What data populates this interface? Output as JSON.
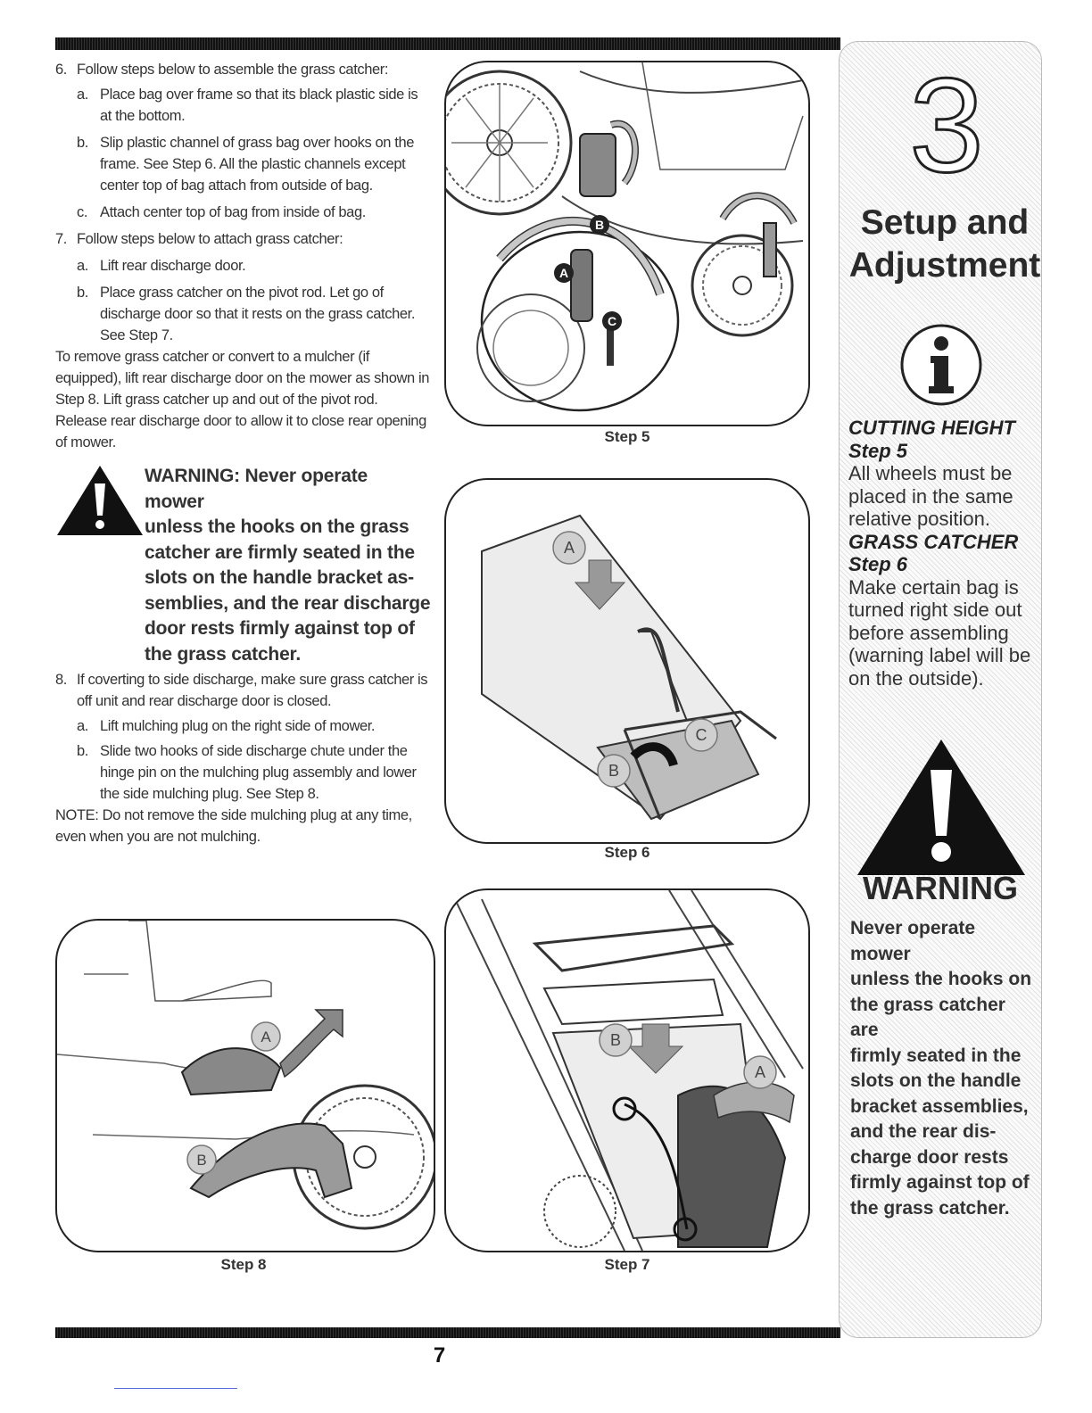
{
  "instructions": {
    "step6": "6.",
    "step6_text": "Follow steps below to assemble the grass catcher:",
    "step6a_label": "a.",
    "step6a": "Place bag over frame so that its black plastic side is at the bottom.",
    "step6b_label": "b.",
    "step6b": "Slip plastic channel of grass bag over hooks on the frame. See Step 6. All the plastic channels except center top of bag attach from outside of bag.",
    "step6c_label": "c.",
    "step6c": "Attach center top of bag from inside of bag.",
    "step7": "7.",
    "step7_text": "Follow steps below to attach grass catcher:",
    "step7a_label": "a.",
    "step7a": "Lift rear discharge door.",
    "step7b_label": "b.",
    "step7b": "Place grass catcher on the pivot rod. Let go of discharge door so that it rests on the grass catcher. See Step 7.",
    "remove_para": "To remove grass catcher or convert to a mulcher (if equipped), lift rear discharge door on the mower as shown in Step 8. Lift grass catcher up and out of the pivot rod. Release rear discharge door to allow it to close rear opening of mower.",
    "warning_lines": [
      "WARNING: Never operate mower",
      "unless the hooks on the grass",
      "catcher are firmly seated in the",
      "slots on the handle bracket as-",
      "semblies, and the rear discharge",
      "door rests firmly against top of",
      "the grass catcher."
    ],
    "step8": "8.",
    "step8_text": "If coverting to side discharge, make sure grass catcher is off unit and rear discharge door is closed.",
    "step8a_label": "a.",
    "step8a": "Lift mulching plug on the right side of mower.",
    "step8b_label": "b.",
    "step8b": "Slide two hooks of side discharge chute under the hinge pin on the mulching plug assembly and lower the side mulching plug. See Step 8.",
    "note": "NOTE: Do not remove the side mulching plug at any time, even when you are not mulching."
  },
  "figures": {
    "step5_caption": "Step 5",
    "step6_caption": "Step 6",
    "step7_caption": "Step 7",
    "step8_caption": "Step 8",
    "callout_a": "A",
    "callout_b": "B",
    "callout_c": "C"
  },
  "sidebar": {
    "chapter_number": "3",
    "title_line1": "Setup and",
    "title_line2": "Adjustment",
    "info_icon": "info-icon",
    "cutting_height": "CUTTING HEIGHT",
    "cutting_step": "Step 5",
    "cutting_text": "All wheels must be placed in the same relative position.",
    "grass_catcher": "GRASS CATCHER",
    "grass_step": "Step 6",
    "grass_text": "Make certain bag is turned right side out before assembling (warning label will be on the outside).",
    "warning_icon": "warning-triangle-icon",
    "warning_heading": "WARNING",
    "warning_lines": [
      "Never operate mower",
      "unless the hooks on",
      "the grass catcher are",
      "firmly seated in the",
      "slots on the handle",
      "bracket assemblies,",
      "and the rear dis-",
      "charge door rests",
      "firmly against top of",
      "the grass catcher."
    ]
  },
  "page_number": "7"
}
